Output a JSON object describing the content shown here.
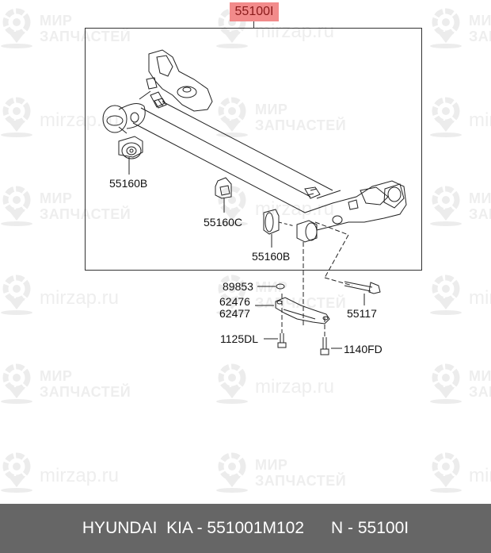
{
  "watermark": {
    "line1": "МИР",
    "line2": "ЗАПЧАСТЕЙ",
    "url": "mirzap.ru",
    "color": "#eeeeee"
  },
  "diagram": {
    "assembly_label": "55100I",
    "assembly_label_bg": "#f28b8b",
    "parts": [
      {
        "id": "55160B_left",
        "label": "55160B"
      },
      {
        "id": "55160C",
        "label": "55160C"
      },
      {
        "id": "55160B_right",
        "label": "55160B"
      },
      {
        "id": "89853",
        "label": "89853"
      },
      {
        "id": "62476",
        "label": "62476"
      },
      {
        "id": "62477",
        "label": "62477"
      },
      {
        "id": "55117",
        "label": "55117"
      },
      {
        "id": "1125DL",
        "label": "1125DL"
      },
      {
        "id": "1140FD",
        "label": "1140FD"
      }
    ]
  },
  "footer": {
    "brand_part": "HYUNDAI  KIA - 551001M102",
    "ref": "N - 55100I",
    "bg": "#666666"
  }
}
